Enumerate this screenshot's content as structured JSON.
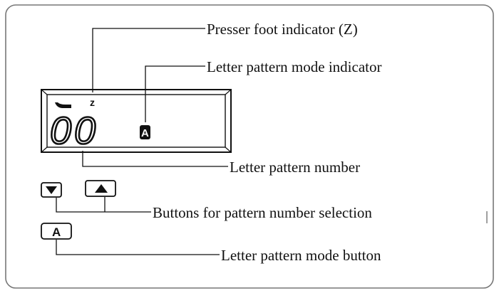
{
  "labels": {
    "presser_foot_indicator": "Presser foot indicator (Z)",
    "letter_pattern_mode_indicator": "Letter pattern mode indicator",
    "letter_pattern_number": "Letter pattern number",
    "buttons_pattern_selection": "Buttons for pattern number selection",
    "letter_pattern_mode_button": "Letter pattern mode button"
  },
  "display": {
    "presser_foot_symbol": "z",
    "pattern_number": "00",
    "mode_indicator": "A"
  },
  "buttons": {
    "down_symbol": "▼",
    "up_symbol": "▲",
    "mode_label": "A"
  },
  "colors": {
    "ink": "#111111",
    "background": "#ffffff",
    "panel_border": "#666666"
  }
}
